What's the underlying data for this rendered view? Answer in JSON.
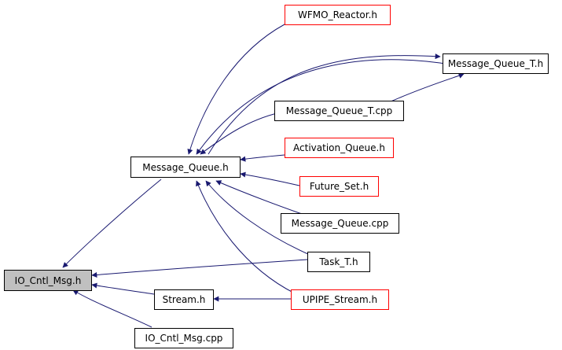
{
  "nodes": {
    "wfmo_reactor_h": "WFMO_Reactor.h",
    "message_queue_t_h": "Message_Queue_T.h",
    "message_queue_t_cpp": "Message_Queue_T.cpp",
    "message_queue_h": "Message_Queue.h",
    "activation_queue_h": "Activation_Queue.h",
    "future_set_h": "Future_Set.h",
    "message_queue_cpp": "Message_Queue.cpp",
    "task_t_h": "Task_T.h",
    "io_cntl_msg_h": "IO_Cntl_Msg.h",
    "stream_h": "Stream.h",
    "upipe_stream_h": "UPIPE_Stream.h",
    "io_cntl_msg_cpp": "IO_Cntl_Msg.cpp"
  },
  "colors": {
    "edge": "#191970",
    "border_default": "#000000",
    "border_undocumented": "#ff0000",
    "root_fill": "#c0c0c0"
  }
}
